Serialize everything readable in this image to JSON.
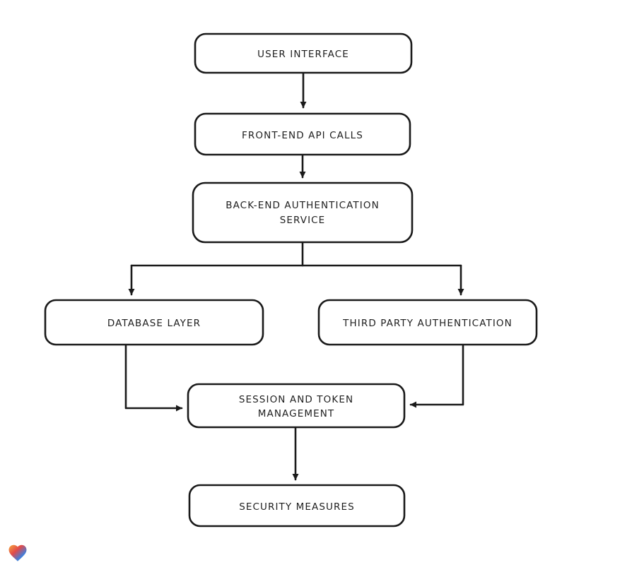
{
  "canvas": {
    "background": "#ffffff",
    "stroke_color": "#1a1a1a"
  },
  "nodes": {
    "user_interface": {
      "label": "USER INTERFACE"
    },
    "front_end_api_calls": {
      "label": "FRONT-END API CALLS"
    },
    "back_end_auth": {
      "line1": "BACK-END AUTHENTICATION",
      "line2": "SERVICE"
    },
    "database_layer": {
      "label": "DATABASE LAYER"
    },
    "third_party_auth": {
      "label": "THIRD PARTY AUTHENTICATION"
    },
    "session_token": {
      "line1": "SESSION AND TOKEN",
      "line2": "MANAGEMENT"
    },
    "security_measures": {
      "label": "SECURITY MEASURES"
    }
  },
  "edges": [
    {
      "from": "user-interface",
      "to": "front-end-api-calls"
    },
    {
      "from": "front-end-api-calls",
      "to": "back-end-authentication-service"
    },
    {
      "from": "back-end-authentication-service",
      "to": "database-layer"
    },
    {
      "from": "back-end-authentication-service",
      "to": "third-party-authentication"
    },
    {
      "from": "database-layer",
      "to": "session-and-token-management"
    },
    {
      "from": "third-party-authentication",
      "to": "session-and-token-management"
    },
    {
      "from": "session-and-token-management",
      "to": "security-measures"
    }
  ],
  "logo": {
    "name": "heart-logo",
    "colors": {
      "orange": "#f6a73b",
      "red": "#e24a4a",
      "blue": "#3f7fde",
      "green": "#3bb273"
    }
  }
}
